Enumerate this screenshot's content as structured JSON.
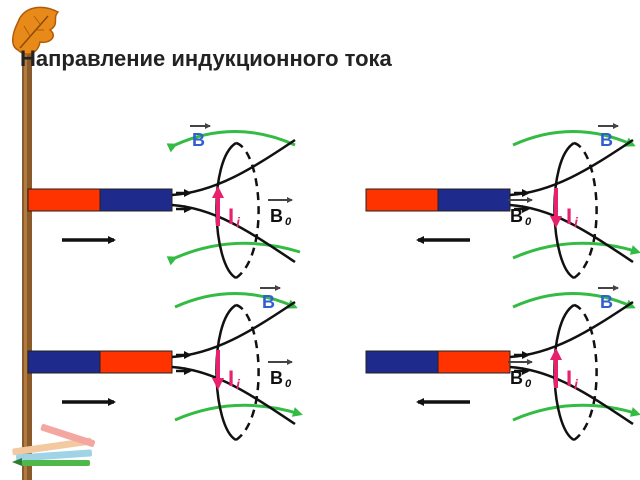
{
  "title": "Направление индукционного тока",
  "colors": {
    "magnet_red": "#ff3300",
    "magnet_blue": "#1e2a8c",
    "field_green": "#33bb44",
    "current_pink": "#e8206e",
    "loop_black": "#111111",
    "stick_brown": "#8a5a2a"
  },
  "icons": [
    "autumn-leaf-icon",
    "crayons-icon"
  ],
  "panels": [
    {
      "id": "top-left",
      "magnet_order": [
        "red",
        "blue"
      ],
      "motion": "right",
      "b_label": "B",
      "b0_label": "B",
      "b0_subscript": "0",
      "current_label": "I",
      "current_subscript": "i",
      "current_direction": "up",
      "b_side": "left",
      "b0_side": "right"
    },
    {
      "id": "top-right",
      "magnet_order": [
        "red",
        "blue"
      ],
      "motion": "left",
      "b_label": "B",
      "b0_label": "B",
      "b0_subscript": "0",
      "current_label": "I",
      "current_subscript": "i",
      "current_direction": "down",
      "b_side": "right",
      "b0_side": "left"
    },
    {
      "id": "bottom-left",
      "magnet_order": [
        "blue",
        "red"
      ],
      "motion": "right",
      "b_label": "B",
      "b0_label": "B",
      "b0_subscript": "0",
      "current_label": "I",
      "current_subscript": "i",
      "current_direction": "down",
      "b_side": "right",
      "b0_side": "right"
    },
    {
      "id": "bottom-right",
      "magnet_order": [
        "blue",
        "red"
      ],
      "motion": "left",
      "b_label": "B",
      "b0_label": "B",
      "b0_subscript": "0",
      "current_label": "I",
      "current_subscript": "i",
      "current_direction": "up",
      "b_side": "right",
      "b0_side": "left"
    }
  ]
}
